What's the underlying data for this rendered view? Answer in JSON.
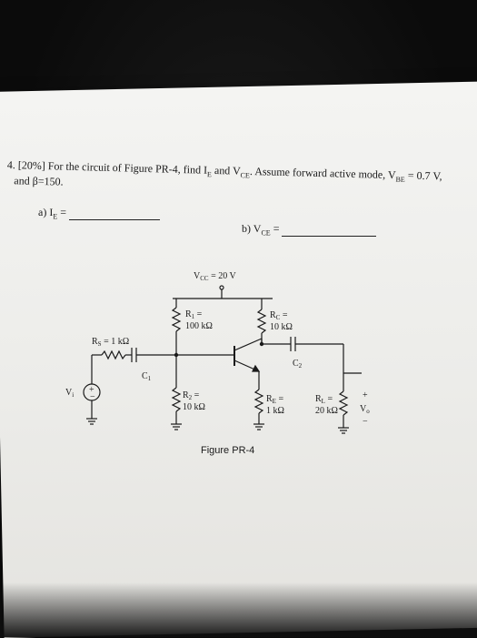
{
  "problem": {
    "number": "4.",
    "weight": "[20%]",
    "text_line1": "For the circuit of Figure PR-4, find I",
    "ie_sub": "E",
    "and": " and V",
    "vce_sub": "CE",
    "rest": ". Assume forward active mode, V",
    "vbe_sub": "BE",
    "vbe_val": " = 0.7 V,",
    "line2": "and β=150."
  },
  "answers": {
    "a_label": "a) I",
    "a_sub": "E",
    "a_eq": " =",
    "b_label": "b) V",
    "b_sub": "CE",
    "b_eq": " ="
  },
  "circuit": {
    "vcc_label": "V",
    "vcc_sub": "CC",
    "vcc_value": " = 20 V",
    "r1_label": "R",
    "r1_sub": "1",
    "r1_eq": " =",
    "r1_value": "100 kΩ",
    "rc_label": "R",
    "rc_sub": "C",
    "rc_eq": " =",
    "rc_value": "10 kΩ",
    "rs_label": "R",
    "rs_sub": "S",
    "rs_value": " = 1 kΩ",
    "c1_label": "C",
    "c1_sub": "1",
    "c2_label": "C",
    "c2_sub": "2",
    "r2_label": "R",
    "r2_sub": "2",
    "r2_eq": " =",
    "r2_value": "10 kΩ",
    "re_label": "R",
    "re_sub": "E",
    "re_eq": " =",
    "re_value": "1 kΩ",
    "rl_label": "R",
    "rl_sub": "L",
    "rl_eq": " =",
    "rl_value": "20 kΩ",
    "vs_label": "V",
    "vs_sub": "i",
    "vo_label": "V",
    "vo_sub": "o",
    "plus": "+",
    "minus": "−"
  },
  "figure_caption": "Figure PR-4"
}
